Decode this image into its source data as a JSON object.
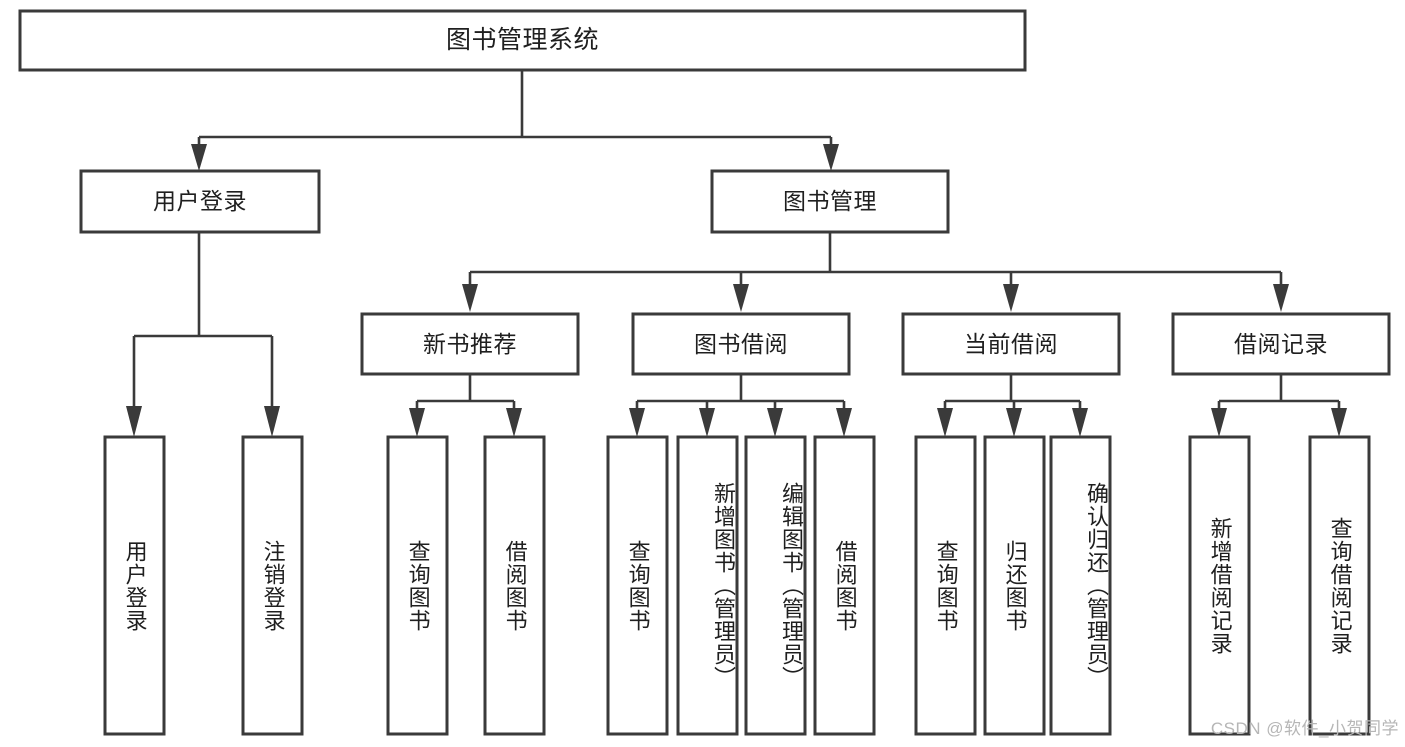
{
  "diagram": {
    "type": "tree-hierarchy-chart",
    "title": "图书管理系统",
    "root": {
      "id": "root",
      "label": "图书管理系统"
    },
    "level1": [
      {
        "id": "user-login",
        "label": "用户登录"
      },
      {
        "id": "book-manage",
        "label": "图书管理"
      }
    ],
    "level2": [
      {
        "id": "new-book-recommend",
        "label": "新书推荐",
        "parent": "book-manage"
      },
      {
        "id": "book-borrow",
        "label": "图书借阅",
        "parent": "book-manage"
      },
      {
        "id": "current-borrow",
        "label": "当前借阅",
        "parent": "book-manage"
      },
      {
        "id": "borrow-record",
        "label": "借阅记录",
        "parent": "book-manage"
      }
    ],
    "leaves": [
      {
        "id": "leaf-user-login",
        "label": "用户登录",
        "parent": "user-login"
      },
      {
        "id": "leaf-logout-login",
        "label": "注销登录",
        "parent": "user-login"
      },
      {
        "id": "leaf-query-book-1",
        "label": "查询图书",
        "parent": "new-book-recommend"
      },
      {
        "id": "leaf-borrow-book-1",
        "label": "借阅图书",
        "parent": "new-book-recommend"
      },
      {
        "id": "leaf-query-book-2",
        "label": "查询图书",
        "parent": "book-borrow"
      },
      {
        "id": "leaf-add-book",
        "label": "新增图书（管理员）",
        "parent": "book-borrow"
      },
      {
        "id": "leaf-edit-book",
        "label": "编辑图书（管理员）",
        "parent": "book-borrow"
      },
      {
        "id": "leaf-borrow-book-2",
        "label": "借阅图书",
        "parent": "book-borrow"
      },
      {
        "id": "leaf-query-book-3",
        "label": "查询图书",
        "parent": "current-borrow"
      },
      {
        "id": "leaf-return-book",
        "label": "归还图书",
        "parent": "current-borrow"
      },
      {
        "id": "leaf-confirm-return",
        "label": "确认归还（管理员）",
        "parent": "current-borrow"
      },
      {
        "id": "leaf-add-record",
        "label": "新增借阅记录",
        "parent": "borrow-record"
      },
      {
        "id": "leaf-query-record",
        "label": "查询借阅记录",
        "parent": "borrow-record"
      }
    ],
    "watermark": "CSDN @软件_小贺同学",
    "colors": {
      "stroke": "#3a3a3a",
      "box_fill": "#ffffff",
      "text": "#1f1f1f",
      "background": "#ffffff",
      "watermark": "#b6b6b6"
    }
  }
}
